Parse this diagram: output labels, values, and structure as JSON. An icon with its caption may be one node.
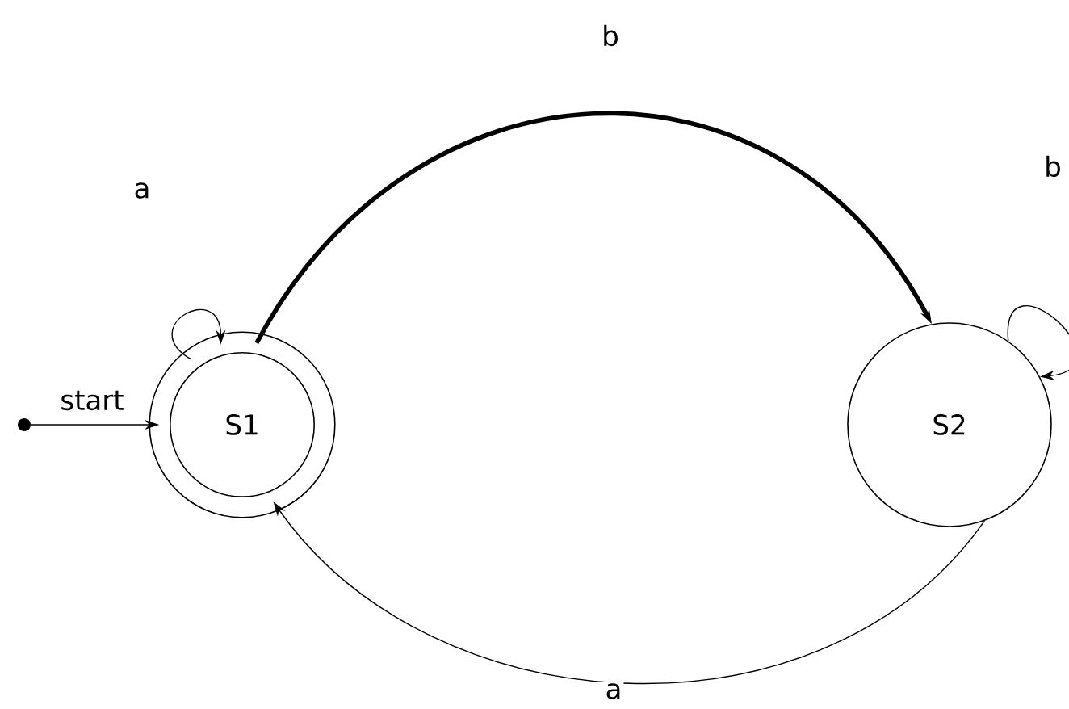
{
  "diagram": {
    "nodes": [
      {
        "text": [
          "S1"
        ]
      },
      {
        "text": [
          "S2"
        ]
      },
      {
        "text": [],
        "shape": "circle"
      }
    ],
    "edges": [
      {
        "from": 2,
        "to": 0,
        "arrow": "to",
        "label": "start"
      },
      {
        "from": 0,
        "to": 0,
        "arrow": "to",
        "label": "a"
      },
      {
        "from": 0,
        "to": 1,
        "arrow": "to",
        "label": "b",
        "style": "thick"
      },
      {
        "from": 1,
        "to": 1,
        "arrow": "to",
        "label": "b"
      },
      {
        "from": 1,
        "to": 0,
        "arrow": "to",
        "label": "a"
      }
    ]
  }
}
